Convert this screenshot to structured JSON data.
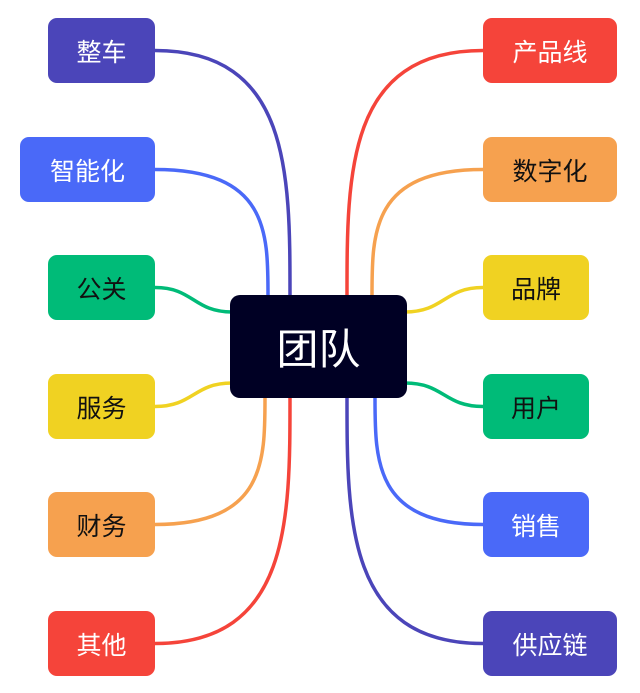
{
  "center": {
    "label": "团队",
    "color": "#000024"
  },
  "left": [
    {
      "label": "整车",
      "color": "#4b45b9",
      "text_color": "#ffffff"
    },
    {
      "label": "智能化",
      "color": "#4a69f8",
      "text_color": "#ffffff"
    },
    {
      "label": "公关",
      "color": "#00bb78",
      "text_color": "#111111"
    },
    {
      "label": "服务",
      "color": "#f0d222",
      "text_color": "#111111"
    },
    {
      "label": "财务",
      "color": "#f6a14f",
      "text_color": "#111111"
    },
    {
      "label": "其他",
      "color": "#f5443a",
      "text_color": "#ffffff"
    }
  ],
  "right": [
    {
      "label": "产品线",
      "color": "#f5443a",
      "text_color": "#ffffff"
    },
    {
      "label": "数字化",
      "color": "#f6a14f",
      "text_color": "#111111"
    },
    {
      "label": "品牌",
      "color": "#f0d222",
      "text_color": "#111111"
    },
    {
      "label": "用户",
      "color": "#00bb78",
      "text_color": "#111111"
    },
    {
      "label": "销售",
      "color": "#4a69f8",
      "text_color": "#ffffff"
    },
    {
      "label": "供应链",
      "color": "#4b45b9",
      "text_color": "#ffffff"
    }
  ]
}
